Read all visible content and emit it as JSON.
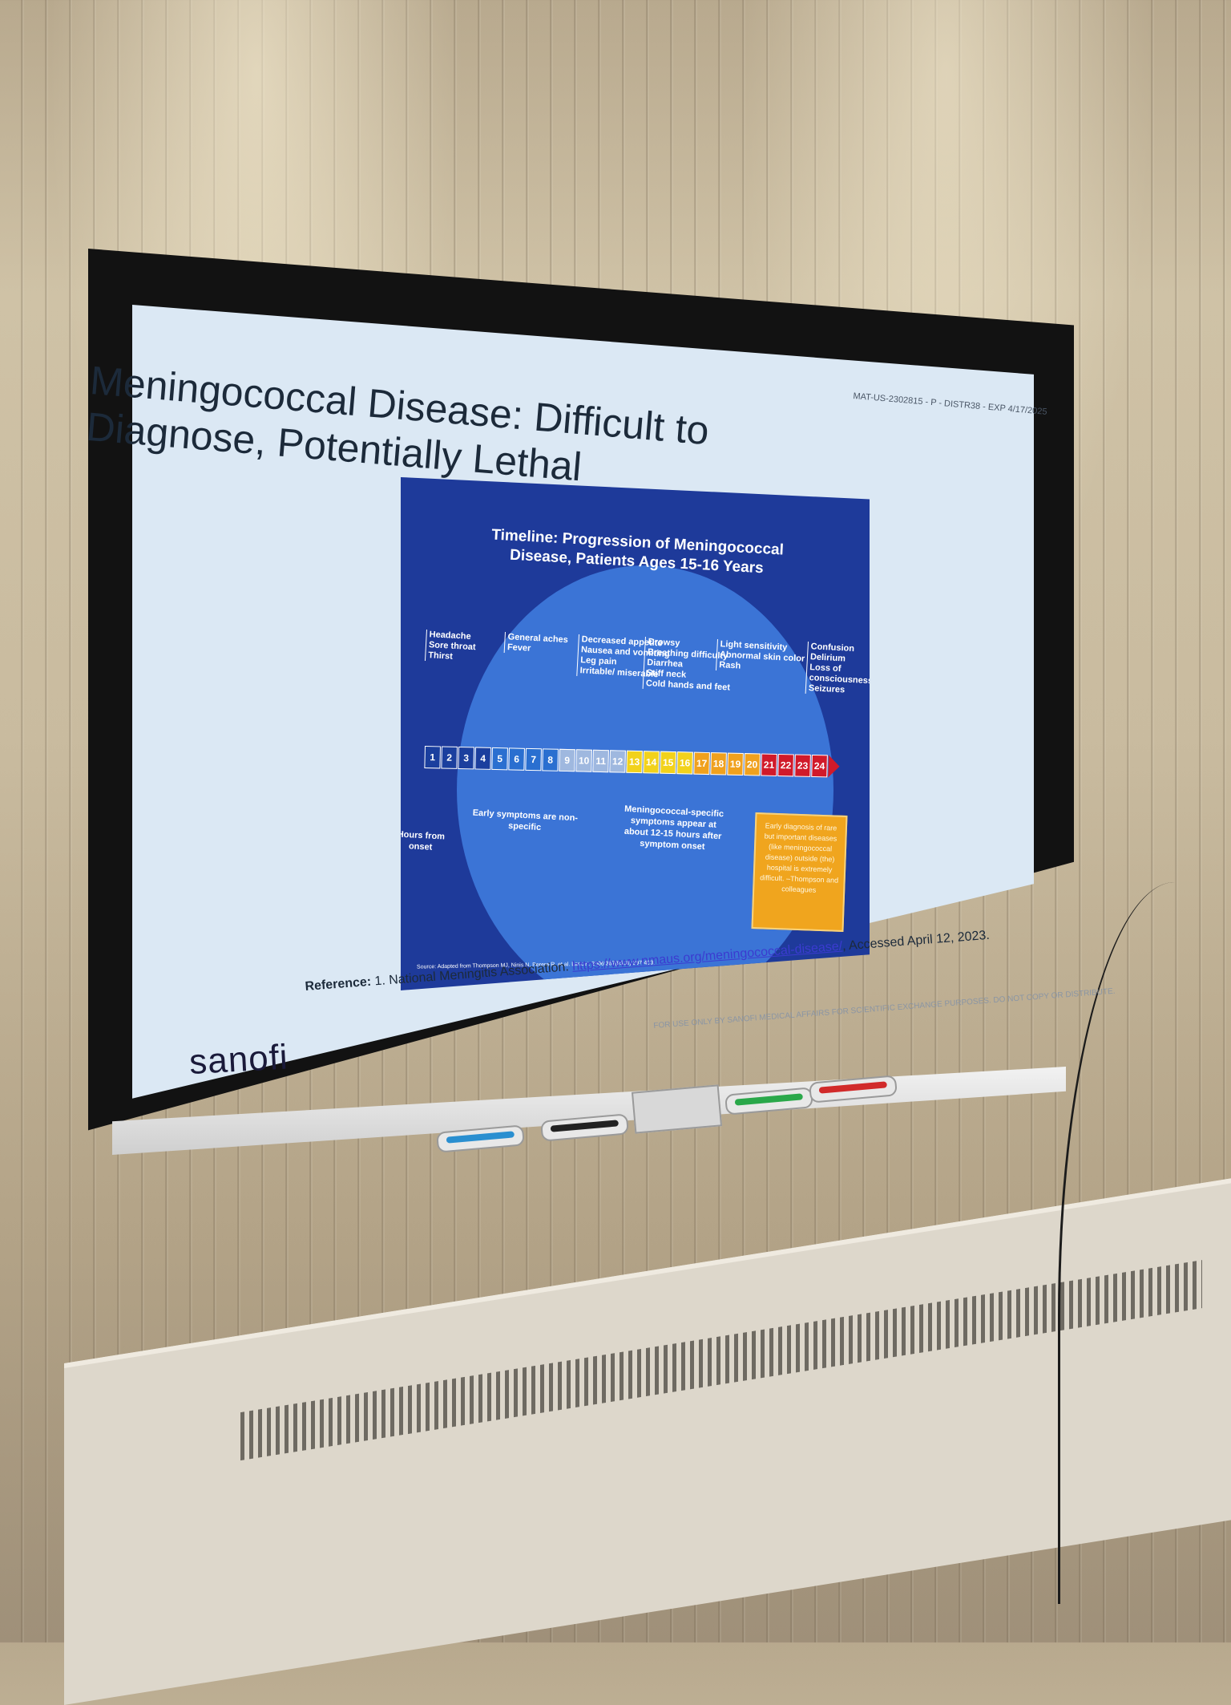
{
  "slide": {
    "title": "Meningococcal Disease: Difficult to Diagnose, Potentially Lethal",
    "doc_id": "MAT-US-2302815 - P - DISTR38 - EXP 4/17/2025",
    "figure_title": "Timeline: Progression of Meningococcal Disease, Patients Ages 15-16 Years",
    "symptom_groups": [
      {
        "items": [
          "Headache",
          "Sore throat",
          "Thirst"
        ]
      },
      {
        "items": [
          "General aches",
          "Fever"
        ]
      },
      {
        "items": [
          "Decreased appetite",
          "Nausea and vomiting",
          "Leg pain",
          "Irritable/ miserable"
        ]
      },
      {
        "items": [
          "Drowsy",
          "Breathing difficulty",
          "Diarrhea",
          "Stiff neck",
          "Cold hands and feet"
        ]
      },
      {
        "items": [
          "Light sensitivity",
          "Abnormal skin color",
          "Rash"
        ]
      },
      {
        "items": [
          "Confusion",
          "Delirium",
          "Loss of consciousness",
          "Seizures"
        ]
      }
    ],
    "hours": [
      "1",
      "2",
      "3",
      "4",
      "5",
      "6",
      "7",
      "8",
      "9",
      "10",
      "11",
      "12",
      "13",
      "14",
      "15",
      "16",
      "17",
      "18",
      "19",
      "20",
      "21",
      "22",
      "23",
      "24"
    ],
    "hour_colors": [
      "#1b3f9e",
      "#1b3f9e",
      "#1b3f9e",
      "#1b3f9e",
      "#2a6fd0",
      "#2a6fd0",
      "#2a6fd0",
      "#2a6fd0",
      "#9fb8df",
      "#9fb8df",
      "#9fb8df",
      "#9fb8df",
      "#f2d21b",
      "#f2d21b",
      "#f2d21b",
      "#f2d21b",
      "#f0a11e",
      "#f0a11e",
      "#f0a11e",
      "#f0a11e",
      "#d11a2a",
      "#d11a2a",
      "#d11a2a",
      "#d11a2a"
    ],
    "hours_label": "Hours from onset",
    "early_note": "Early symptoms are non-specific",
    "specific_note": "Meningococcal-specific symptoms appear at about 12-15 hours after symptom onset",
    "quote": "Early diagnosis of rare but important diseases (like meningococcal disease) outside (the) hospital is extremely difficult. –Thompson and colleagues",
    "source": "Source: Adapted from Thompson MJ, Ninis N, Perera R, et al. Lancet. 2006;367(9508):397-403.",
    "reference_label": "Reference:",
    "reference_text": "1. National Meningitis Association.",
    "reference_link": "https://www.nmaus.org/meningococcal-disease/",
    "reference_accessed": ", Accessed April 12, 2023.",
    "footer_note": "FOR USE ONLY BY SANOFI MEDICAL AFFAIRS FOR SCIENTIFIC EXCHANGE PURPOSES. DO NOT COPY OR DISTRIBUTE.",
    "logo": "sanofi"
  },
  "pens": [
    {
      "color": "#2a8fd0"
    },
    {
      "color": "#222222"
    },
    {
      "color": "#2aa84a"
    },
    {
      "color": "#d12a2a"
    }
  ]
}
